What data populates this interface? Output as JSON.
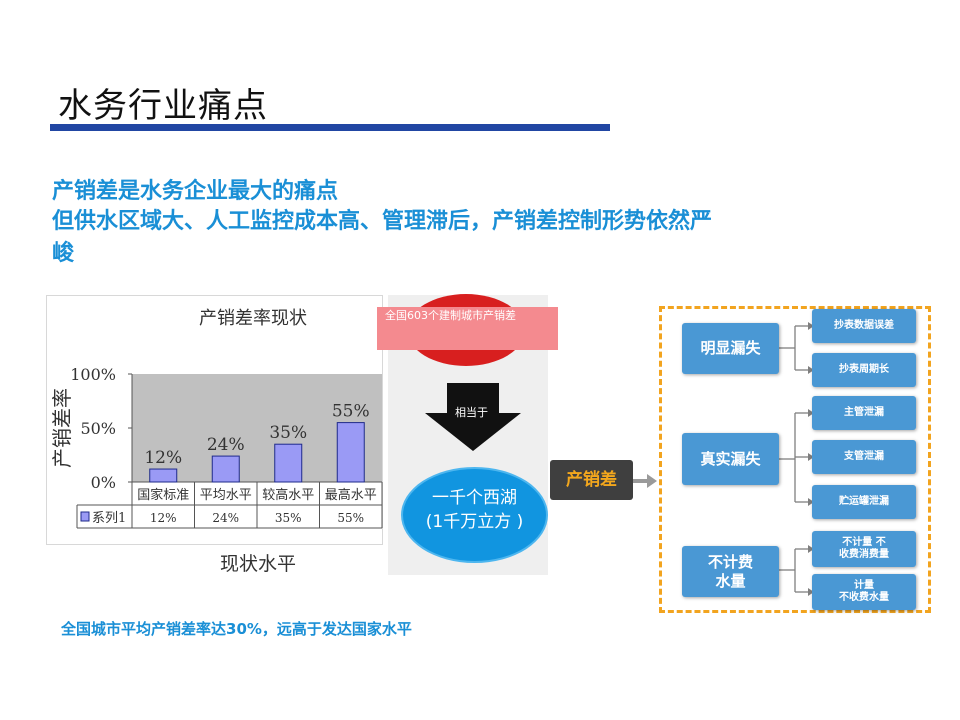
{
  "slide": {
    "title": "水务行业痛点",
    "subtitle_1": "产销差是水务企业最大的痛点",
    "subtitle_2": "但供水区域大、人工监控成本高、管理滞后，产销差控制形势依然严",
    "subtitle_3": "峻",
    "footnote": "全国城市平均产销差率达30%，远高于发达国家水平"
  },
  "chart_data": {
    "type": "bar",
    "title": "产销差率现状",
    "xlabel": "现状水平",
    "ylabel": "产销差率",
    "categories": [
      "国家标准",
      "平均水平",
      "较高水平",
      "最高水平"
    ],
    "series": [
      {
        "name": "系列1",
        "values": [
          12,
          24,
          35,
          55
        ]
      }
    ],
    "data_labels": [
      "12%",
      "24%",
      "35%",
      "55%"
    ],
    "y_ticks": [
      "100%",
      "50%",
      "0%"
    ],
    "ylim": [
      0,
      100
    ],
    "grid": false,
    "bar_color": "#9a9af5",
    "plot_bg": "#c0c0c0",
    "data_table": true
  },
  "diagram": {
    "city_label": "全国603个建制城市产销差",
    "arrow_label": "相当于",
    "lake_line1": "一千个西湖",
    "lake_line2": "(1千万立方 )",
    "center_label": "产销差",
    "groups": [
      {
        "label": "明显漏失",
        "items": [
          "抄表数据误差",
          "抄表周期长"
        ]
      },
      {
        "label": "真实漏失",
        "items": [
          "主管泄漏",
          "支管泄漏",
          "贮运罐泄漏"
        ]
      },
      {
        "label_line1": "不计费",
        "label_line2": "水量",
        "items": [
          [
            "不计量 不",
            "收费消费量"
          ],
          [
            "计量",
            "不收费水量"
          ]
        ]
      }
    ],
    "colors": {
      "accent_blue": "#1a8fd6",
      "box_blue": "#4a98d4",
      "frame_orange": "#f2a41f",
      "red": "#d81f1f"
    }
  }
}
